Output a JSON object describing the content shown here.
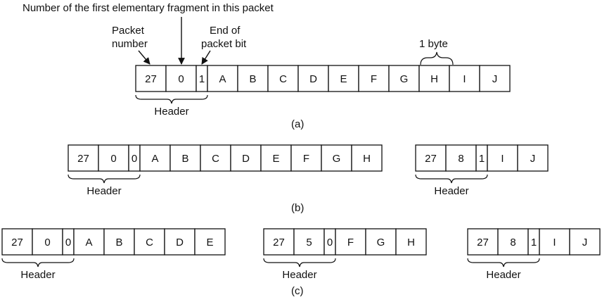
{
  "annotations": {
    "top": "Number of the first elementary fragment in this packet",
    "packet_number": [
      "Packet",
      "number"
    ],
    "end_of_packet_bit": [
      "End of",
      "packet bit"
    ],
    "one_byte": "1 byte"
  },
  "header_label": "Header",
  "captions": {
    "a": "(a)",
    "b": "(b)",
    "c": "(c)"
  },
  "packets": {
    "a": [
      {
        "header": [
          "27",
          "0",
          "1"
        ],
        "data": [
          "A",
          "B",
          "C",
          "D",
          "E",
          "F",
          "G",
          "H",
          "I",
          "J"
        ]
      }
    ],
    "b": [
      {
        "header": [
          "27",
          "0",
          "0"
        ],
        "data": [
          "A",
          "B",
          "C",
          "D",
          "E",
          "F",
          "G",
          "H"
        ]
      },
      {
        "header": [
          "27",
          "8",
          "1"
        ],
        "data": [
          "I",
          "J"
        ]
      }
    ],
    "c": [
      {
        "header": [
          "27",
          "0",
          "0"
        ],
        "data": [
          "A",
          "B",
          "C",
          "D",
          "E"
        ]
      },
      {
        "header": [
          "27",
          "5",
          "0"
        ],
        "data": [
          "F",
          "G",
          "H"
        ]
      },
      {
        "header": [
          "27",
          "8",
          "1"
        ],
        "data": [
          "I",
          "J"
        ]
      }
    ]
  }
}
